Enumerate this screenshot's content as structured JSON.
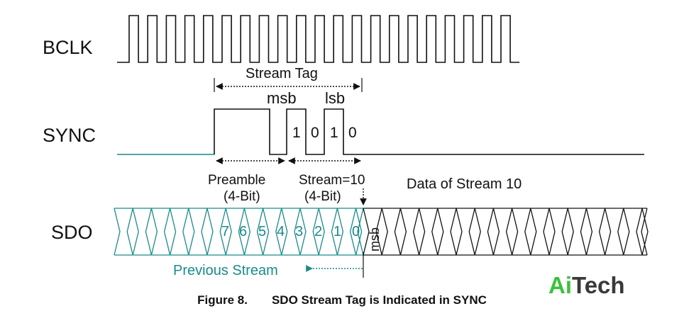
{
  "signals": {
    "bclk": "BCLK",
    "sync": "SYNC",
    "sdo": "SDO"
  },
  "annotations": {
    "stream_tag": "Stream Tag",
    "msb": "msb",
    "lsb": "lsb",
    "sync_bits": [
      "1",
      "0",
      "1",
      "0"
    ],
    "preamble_line1": "Preamble",
    "preamble_line2": "(4-Bit)",
    "stream_line1": "Stream=10",
    "stream_line2": "(4-Bit)",
    "data_label": "Data of Stream 10",
    "sdo_bits": [
      "7",
      "6",
      "5",
      "4",
      "3",
      "2",
      "1",
      "0"
    ],
    "sdo_msb": "msb",
    "previous_stream": "Previous Stream"
  },
  "caption": {
    "number": "Figure 8.",
    "text": "SDO Stream Tag is Indicated in SYNC"
  },
  "logo": {
    "part1": "Ai",
    "part2": "Tech"
  },
  "colors": {
    "teal": "#1a8a8a",
    "line": "#111111",
    "logo_green": "#3cc23c"
  }
}
